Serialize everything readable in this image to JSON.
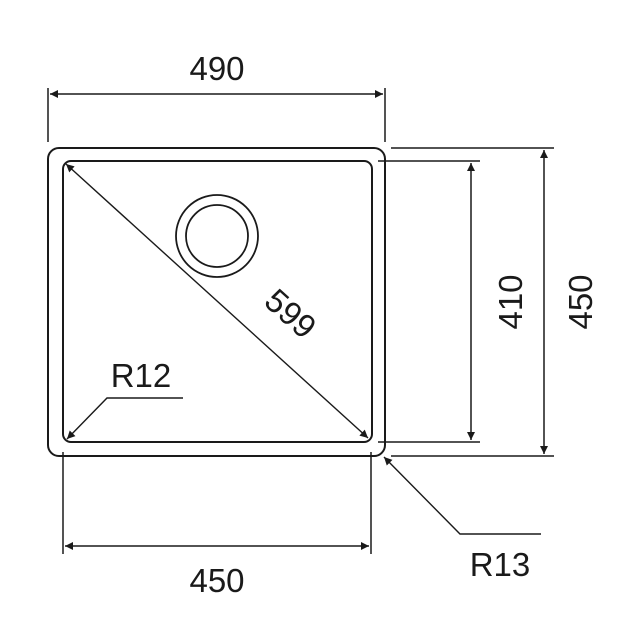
{
  "drawing": {
    "subject": "sink bowl technical drawing",
    "line_color": "#1a1a1a",
    "background": "#ffffff"
  },
  "dimensions": {
    "overall_width": "490",
    "overall_depth": "450",
    "inner_width": "450",
    "inner_depth": "410",
    "diagonal": "599",
    "inner_radius": "R12",
    "outer_radius": "R13"
  },
  "icons": {
    "drain": "drain-circle-icon",
    "arrow": "arrowhead-icon"
  }
}
